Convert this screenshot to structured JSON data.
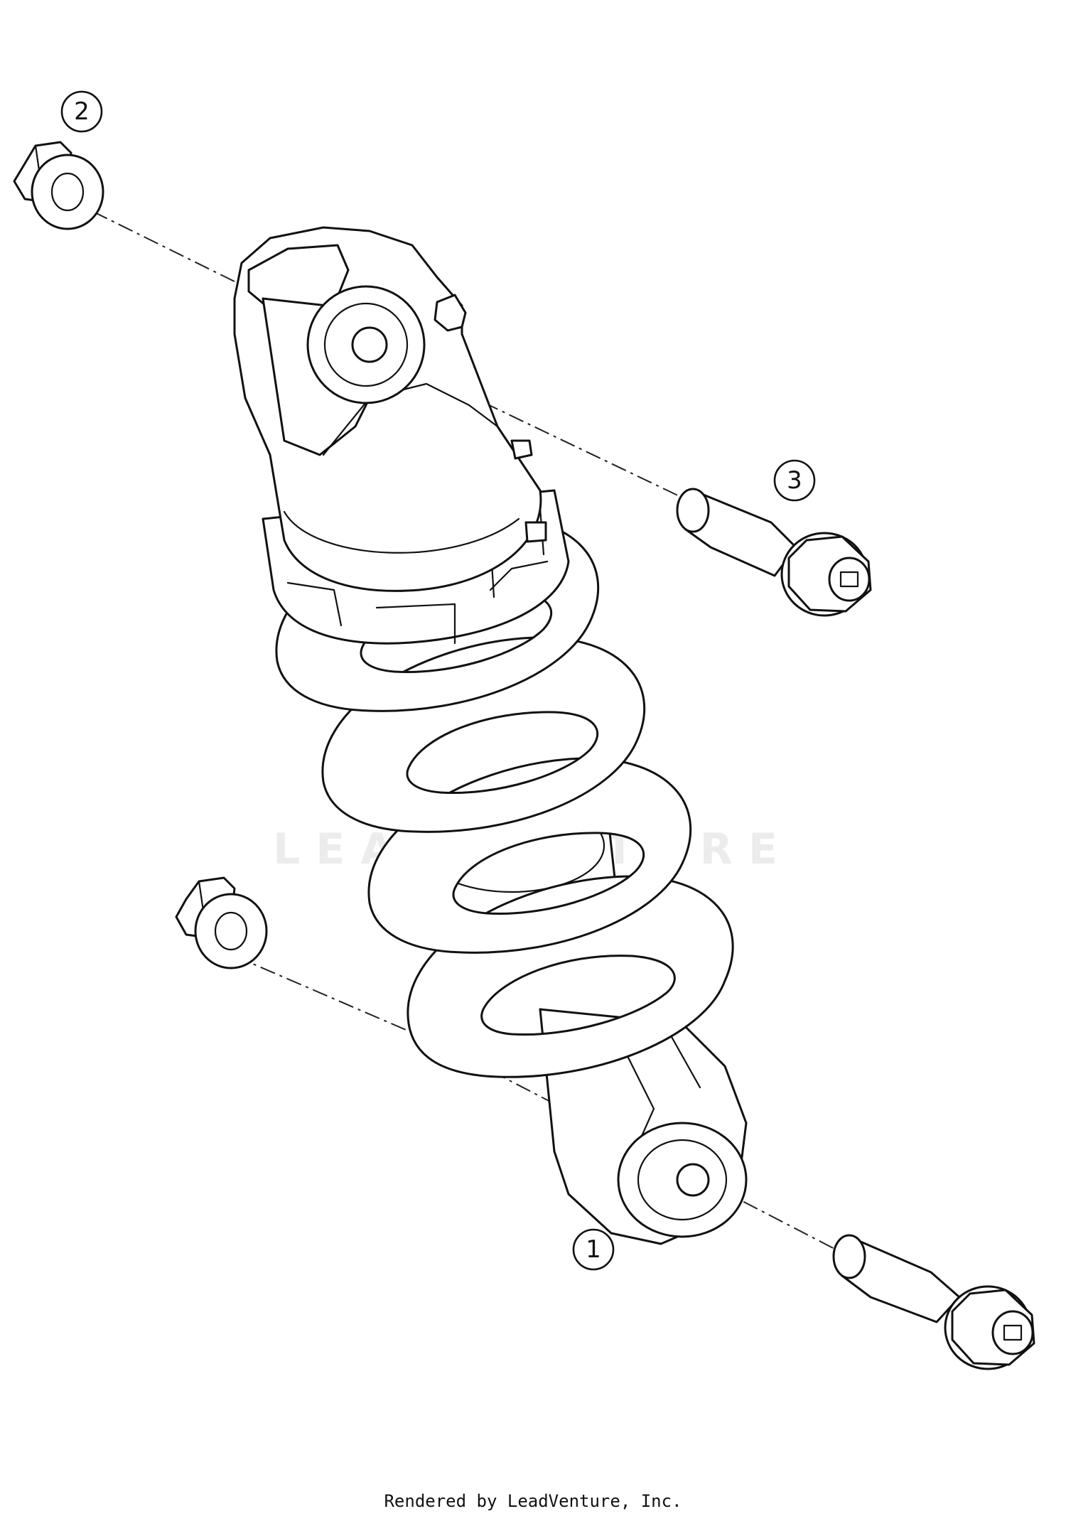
{
  "callouts": [
    {
      "id": "callout-1",
      "label": "1"
    },
    {
      "id": "callout-2",
      "label": "2"
    },
    {
      "id": "callout-3",
      "label": "3"
    }
  ],
  "watermark": {
    "text": "LEADVENTURE"
  },
  "footer": {
    "credit": "Rendered by LeadVenture, Inc."
  }
}
